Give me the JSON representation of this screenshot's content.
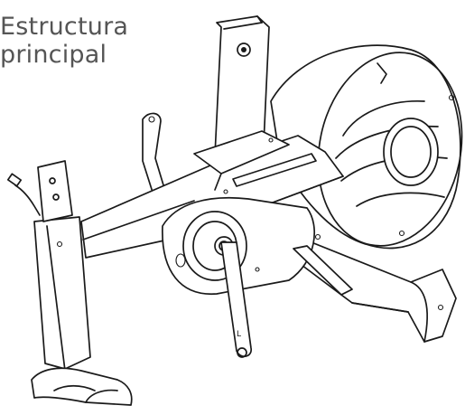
{
  "title": {
    "line1": "Estructura",
    "line2": "principal"
  },
  "diagram": {
    "crank_letter": "L"
  }
}
